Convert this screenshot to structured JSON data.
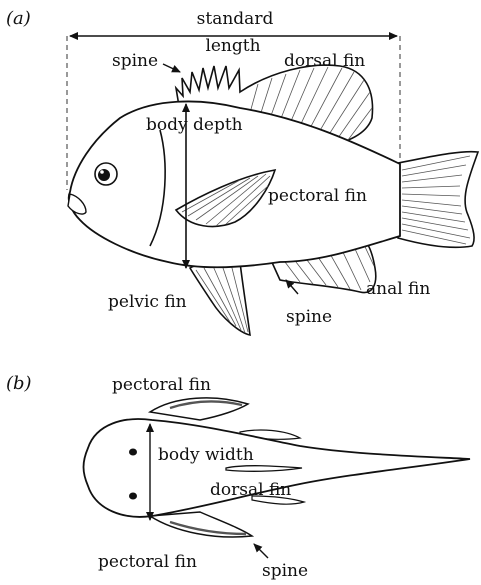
{
  "panel_a": {
    "label": "(a)",
    "labels": {
      "standard_length_line1": "standard",
      "standard_length_line2": "length",
      "spine_top": "spine",
      "dorsal_fin": "dorsal fin",
      "body_depth": "body depth",
      "pectoral_fin": "pectoral fin",
      "pelvic_fin": "pelvic fin",
      "anal_fin": "anal fin",
      "spine_bottom": "spine"
    }
  },
  "panel_b": {
    "label": "(b)",
    "labels": {
      "pectoral_fin_top": "pectoral fin",
      "body_width": "body width",
      "dorsal_fin": "dorsal fin",
      "pectoral_fin_bottom": "pectoral fin",
      "spine": "spine"
    }
  }
}
